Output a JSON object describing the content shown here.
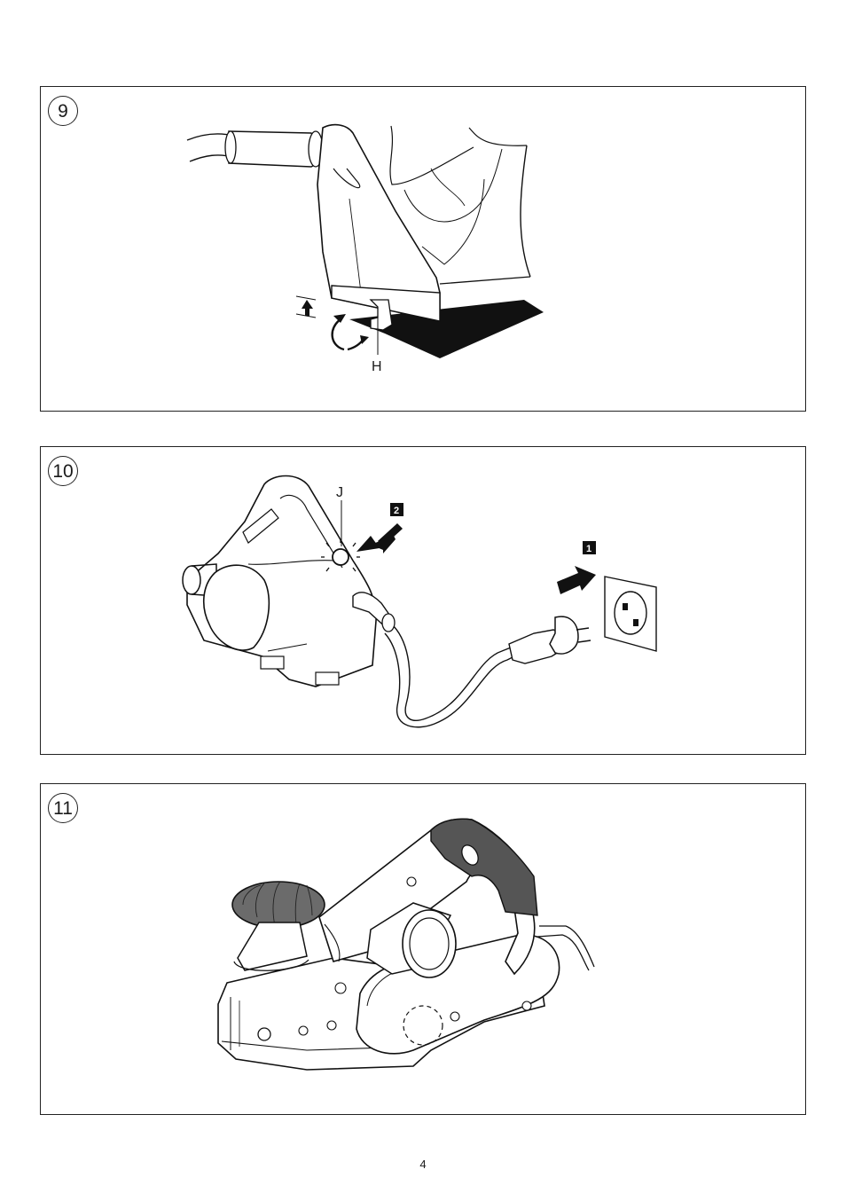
{
  "figures": [
    {
      "number": "9",
      "labels": {
        "height_lever": "H"
      }
    },
    {
      "number": "10",
      "labels": {
        "lock_button": "J",
        "step_first": "1",
        "step_second": "2"
      }
    },
    {
      "number": "11",
      "labels": {}
    }
  ],
  "footer": {
    "page_number": "4"
  },
  "colors": {
    "ink": "#1a1a1a",
    "tool_grey": "#555555",
    "knob_grey": "#6b6b6b"
  },
  "icons": [
    "planer-illustration",
    "power-plug-icon",
    "wall-socket-icon",
    "arrow-icon",
    "rotation-arrow-icon"
  ]
}
